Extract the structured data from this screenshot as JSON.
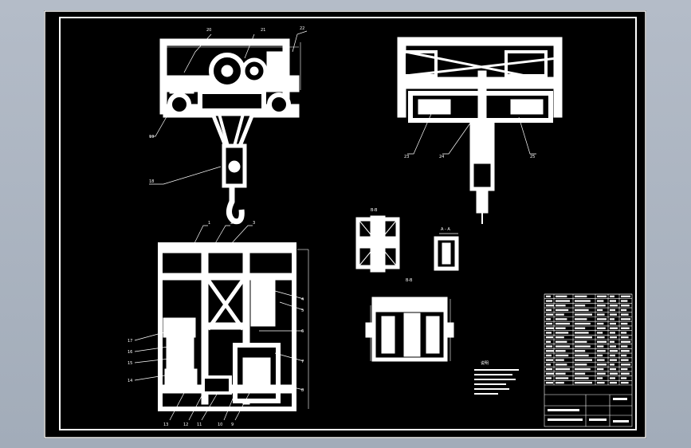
{
  "colors": {
    "background": "#a8b1be",
    "sheet": "#000000",
    "ink": "#ffffff"
  },
  "views": {
    "front_view": {
      "callouts": [
        "20",
        "21",
        "22",
        "19",
        "18"
      ]
    },
    "side_view": {
      "callouts": [
        "23",
        "24",
        "25"
      ]
    },
    "plan_view": {
      "top_callouts": [
        "1",
        "2",
        "3"
      ],
      "right_callouts": [
        "4",
        "5",
        "6",
        "7",
        "8"
      ],
      "left_callouts": [
        "17",
        "16",
        "15",
        "14"
      ],
      "bottom_callouts": [
        "13",
        "12",
        "11",
        "10",
        "9"
      ]
    },
    "section_bb_upper": {
      "label": "B-B"
    },
    "section_aa": {
      "label": "A - A"
    },
    "section_bb_lower": {
      "label": "B-B"
    }
  },
  "notes": {
    "heading": "说明"
  },
  "title_block": {
    "rows": 20
  }
}
